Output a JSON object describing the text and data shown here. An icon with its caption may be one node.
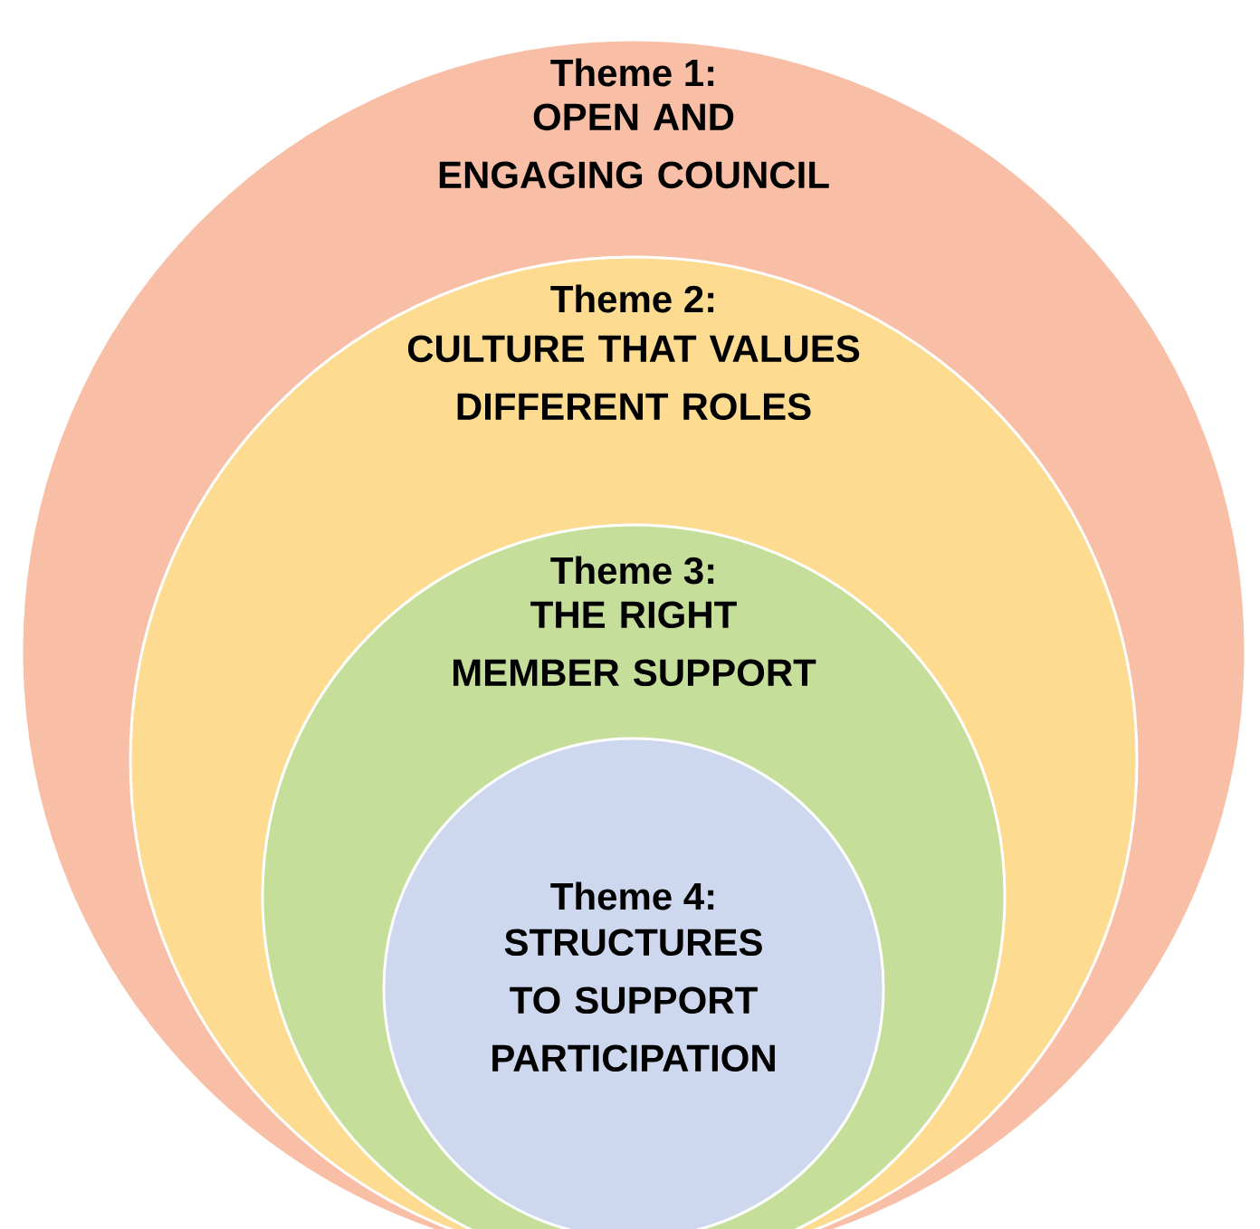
{
  "diagram": {
    "nodes": [
      {
        "text": [
          "Theme 1:",
          "OPEN AND ENGAGING COUNCIL"
        ]
      },
      {
        "text": [
          "Theme 2:",
          "CULTURE THAT VALUES DIFFERENT ROLES"
        ],
        "in": 0
      },
      {
        "text": [
          "Theme 3:",
          "THE RIGHT MEMBER SUPPORT"
        ],
        "in": 1
      },
      {
        "text": [
          "Theme 4:",
          "STRUCTURES TO SUPPORT PARTICIPATION"
        ],
        "in": 2
      }
    ]
  }
}
